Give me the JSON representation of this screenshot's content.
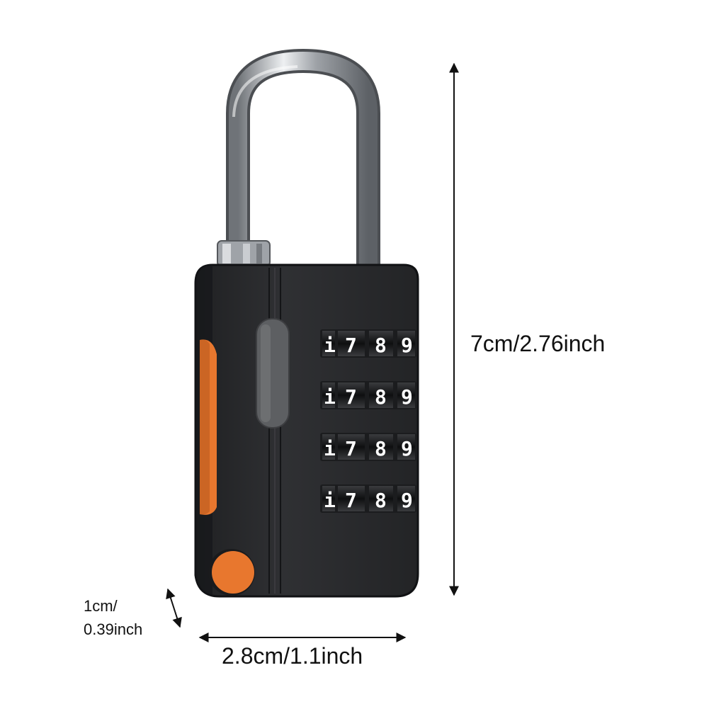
{
  "dimensions": {
    "height": "7cm/2.76inch",
    "width": "2.8cm/1.1inch",
    "depth_line1": "1cm/",
    "depth_line2": "0.39inch"
  },
  "dial_digits": [
    "i",
    "7",
    "8",
    "9"
  ],
  "colors": {
    "lock_body": "#2a2b2d",
    "accent": "#e8772e",
    "shackle": "#b9bcc0",
    "background": "#ffffff"
  },
  "icons": [
    "padlock-image",
    "height-arrow-icon",
    "width-arrow-icon",
    "depth-arrow-icon"
  ]
}
